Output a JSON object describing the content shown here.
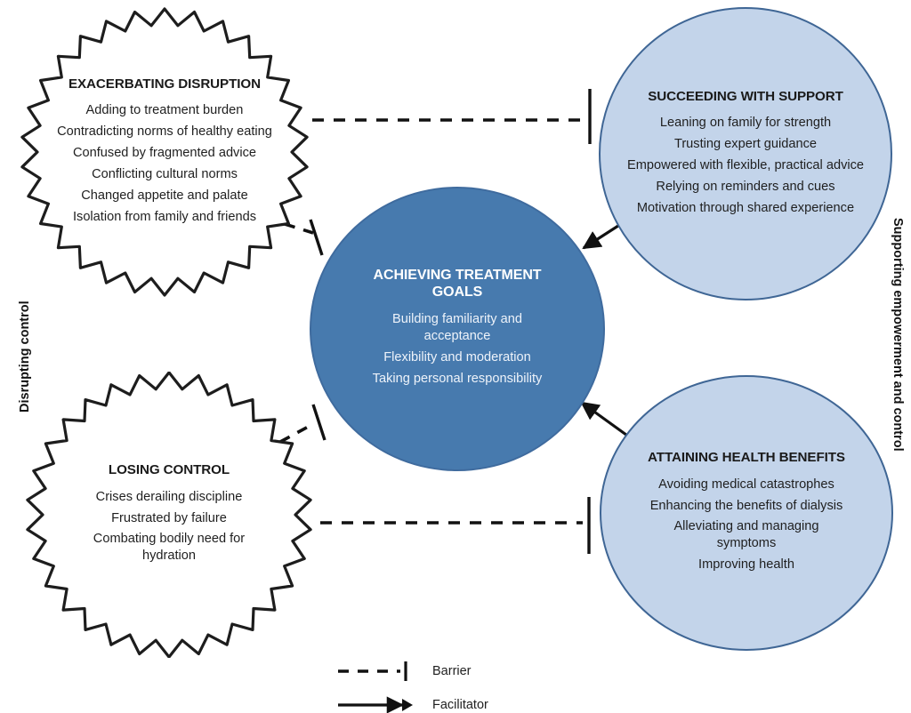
{
  "diagram": {
    "title_visible": false,
    "colors": {
      "light_blue_fill": "#c3d4ea",
      "blue_border": "#3f6695",
      "center_fill": "#477aae",
      "center_text": "#ffffff",
      "line_black": "#111111",
      "background": "#ffffff"
    }
  },
  "side_labels": {
    "left": "Disrupting control",
    "right": "Supporting empowerment and control"
  },
  "nodes": {
    "exacerbating": {
      "title": "EXACERBATING DISRUPTION",
      "shape": "zigzag-circle",
      "items": [
        "Adding to treatment  burden",
        "Contradicting norms of healthy eating",
        "Confused by fragmented  advice",
        "Conflicting cultural  norms",
        "Changed appetite and palate",
        "Isolation from  family and friends"
      ]
    },
    "losing": {
      "title": "LOSING CONTROL",
      "shape": "zigzag-circle",
      "items": [
        "Crises derailing discipline",
        "Frustrated  by failure",
        "Combating  bodily need for hydration"
      ]
    },
    "succeeding": {
      "title": "SUCCEEDING WITH SUPPORT",
      "shape": "circle",
      "items": [
        "Leaning on family for strength",
        "Trusting expert guidance",
        "Empowered  with flexible, practical advice",
        "Relying on reminders  and cues",
        "Motivation through  shared experience"
      ]
    },
    "attaining": {
      "title": "ATTAINING HEALTH BENEFITS",
      "shape": "circle",
      "items": [
        "Avoiding  medical catastrophes",
        "Enhancing the benefits of dialysis",
        "Alleviating and managing symptoms",
        "Improving  health"
      ]
    },
    "center": {
      "title": "ACHIEVING TREATMENT GOALS",
      "shape": "circle",
      "items": [
        "Building familiarity and acceptance",
        "Flexibility and moderation",
        "Taking personal  responsibility"
      ]
    }
  },
  "legend": {
    "items": [
      {
        "glyph": "dashed-line-with-bar",
        "label": "Barrier"
      },
      {
        "glyph": "solid-arrow",
        "label": "Facilitator"
      }
    ]
  },
  "connectors": [
    {
      "name": "exacerbating-to-center",
      "type": "barrier"
    },
    {
      "name": "exacerbating-to-succeeding",
      "type": "barrier"
    },
    {
      "name": "losing-to-center",
      "type": "barrier"
    },
    {
      "name": "losing-to-attaining",
      "type": "barrier"
    },
    {
      "name": "succeeding-to-center",
      "type": "facilitator"
    },
    {
      "name": "attaining-to-center",
      "type": "facilitator"
    }
  ]
}
